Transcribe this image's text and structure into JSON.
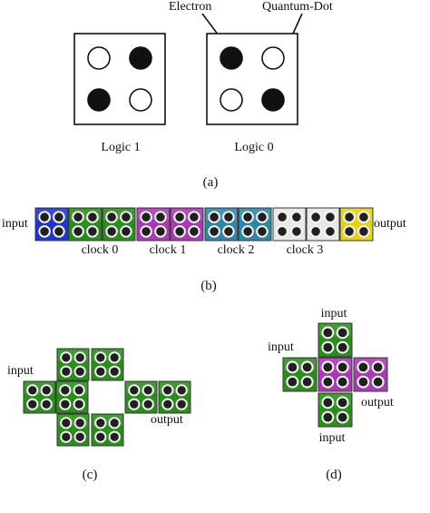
{
  "panel_a": {
    "electron_label": "Electron",
    "quantum_dot_label": "Quantum-Dot",
    "logic_1_label": "Logic 1",
    "logic_0_label": "Logic 0",
    "caption": "(a)",
    "logic_1_dots": [
      "empty",
      "filled",
      "filled",
      "empty"
    ],
    "logic_0_dots": [
      "filled",
      "empty",
      "empty",
      "filled"
    ]
  },
  "panel_b": {
    "input_label": "input",
    "output_label": "output",
    "clock_labels": [
      "clock 0",
      "clock 1",
      "clock 2",
      "clock 3"
    ],
    "caption": "(b)",
    "cell_zones": [
      "input",
      "clock0",
      "clock0",
      "clock1",
      "clock1",
      "clock2",
      "clock2",
      "clock3",
      "clock3",
      "output"
    ]
  },
  "panel_c": {
    "input_label": "input",
    "output_label": "output",
    "caption": "(c)"
  },
  "panel_d": {
    "input_top_label": "input",
    "input_left_label": "input",
    "input_bottom_label": "input",
    "output_label": "output",
    "caption": "(d)"
  },
  "colors": {
    "input": "#1f35c8",
    "clock0": "#2e8b1e",
    "clock1": "#a83ab3",
    "clock2": "#2f86a6",
    "clock3": "#e8e8e8",
    "output": "#e6d21a",
    "cell_border": "#3a3a3a",
    "hole": "#202020",
    "dot_filled": "#111111",
    "dot_empty": "#ffffff"
  }
}
